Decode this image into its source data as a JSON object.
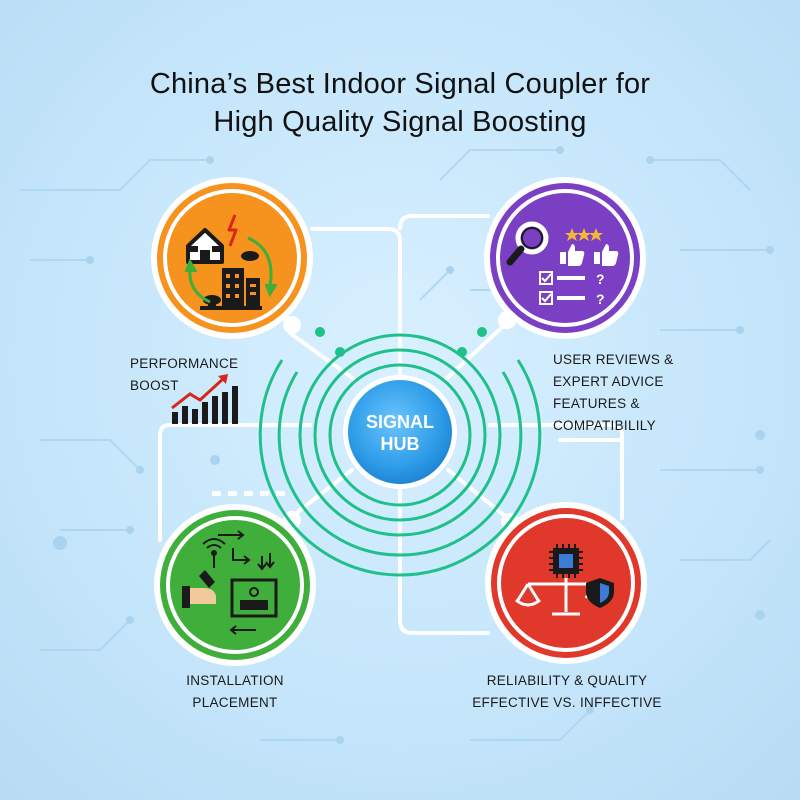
{
  "title": {
    "line1": "China’s Best Indoor Signal Coupler for",
    "line2": "High Quality Signal Boosting"
  },
  "hub": {
    "line1": "SIGNAL",
    "line2": "HUB"
  },
  "labels": {
    "performance": [
      "PERFORMANCE",
      "BOOST"
    ],
    "reviews": [
      "USER REVIEWS &",
      "EXPERT ADVICE"
    ],
    "features": [
      "FEATURES &",
      "COMPATIBILILY"
    ],
    "installation": [
      "INSTALLATION",
      "PLACEMENT"
    ],
    "reliability": [
      "RELIABILITY & QUALITY",
      "EFFECTIVE VS. INFFECTIVE"
    ]
  },
  "icons": {
    "top_left": [
      "house-icon",
      "lightning-icon",
      "building-icon",
      "router-icon",
      "cycle-arrows-icon"
    ],
    "top_right": [
      "magnifier-icon",
      "thumbs-up-icon",
      "stars-icon",
      "checklist-icon"
    ],
    "bottom_left": [
      "wrench-hand-icon",
      "antenna-icon",
      "direction-arrows-icon",
      "tv-box-icon"
    ],
    "bottom_right": [
      "balance-scale-icon",
      "chip-icon",
      "shield-icon"
    ],
    "performance": "growth-chart-icon"
  },
  "colors": {
    "orange": "#f5931e",
    "purple": "#7b3fc4",
    "green": "#3fae3a",
    "red": "#e0382b",
    "hub_blue": "#2f9ee8",
    "ring_teal": "#20c08a",
    "line": "#ffffff"
  }
}
